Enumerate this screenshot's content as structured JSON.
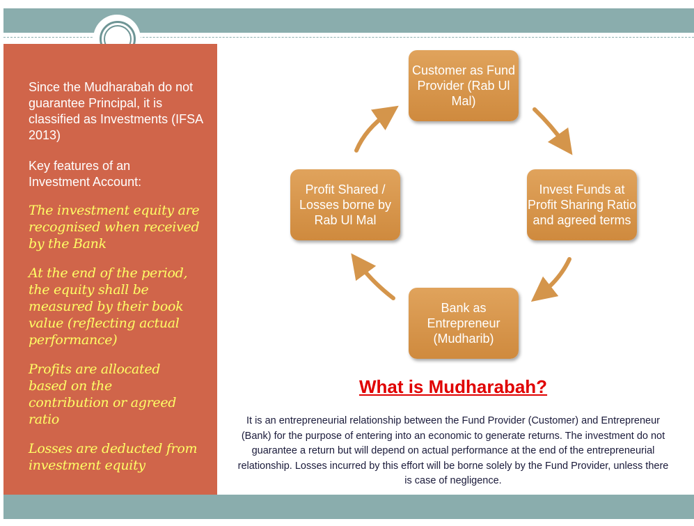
{
  "left_panel": {
    "intro": "Since the Mudharabah do not guarantee Principal, it is classified as Investments (IFSA 2013)",
    "heading": "Key features of an Investment Account:",
    "features": [
      "The investment equity are recognised when received by the Bank",
      "At the end of the period, the equity shall be measured by their book value (reflecting actual performance)",
      "Profits are allocated based on the contribution or agreed ratio",
      "Losses are deducted from investment equity"
    ]
  },
  "cycle": {
    "top": "Customer as Fund Provider (Rab Ul Mal)",
    "right": "Invest Funds at Profit Sharing Ratio and agreed terms",
    "bottom": "Bank as Entrepreneur (Mudharib)",
    "left": "Profit Shared / Losses borne by Rab Ul Mal"
  },
  "definition": {
    "title": "What is Mudharabah?",
    "text": "It is an entrepreneurial relationship between the Fund Provider (Customer) and Entrepreneur (Bank) for the purpose of entering into an economic to generate returns. The investment do not guarantee a return but will depend on actual performance at the end of the entrepreneurial relationship. Losses incurred by this effort will be borne solely by the Fund Provider, unless there is case of negligence."
  },
  "colors": {
    "band": "#8AADAD",
    "panel": "#D0654A",
    "box": "#D4954B",
    "title": "#E00000",
    "feature": "#FFFF66"
  }
}
